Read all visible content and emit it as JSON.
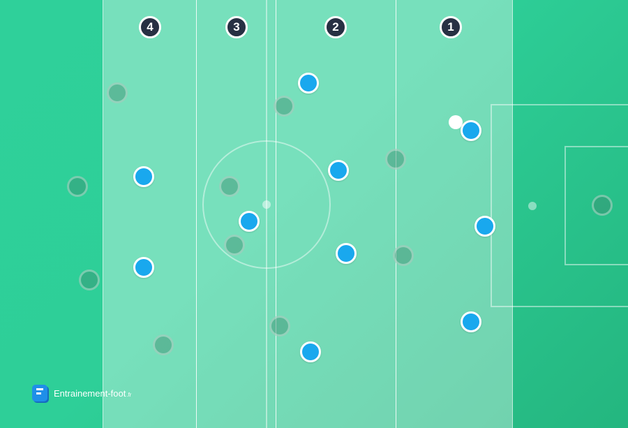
{
  "zones": [
    {
      "label": "4"
    },
    {
      "label": "3"
    },
    {
      "label": "2"
    },
    {
      "label": "1"
    }
  ],
  "logo": {
    "name": "Entrainement-foot",
    "tld": ".fr"
  },
  "colors": {
    "pitch": "#2ecf98",
    "player": "#19a8ee",
    "badge": "#273043"
  }
}
